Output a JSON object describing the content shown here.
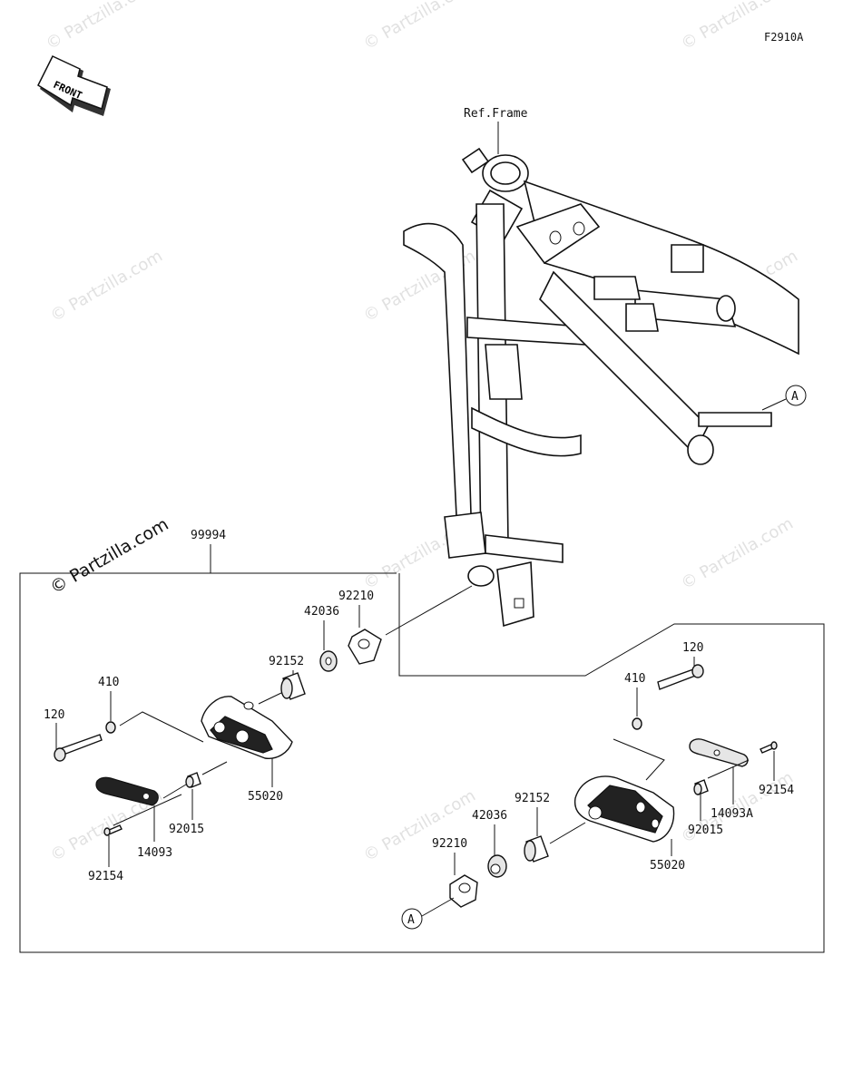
{
  "diagram": {
    "code": "F2910A",
    "front_label": "FRONT",
    "ref_frame_label": "Ref.Frame",
    "callout_a": "A",
    "kit_number": "99994",
    "watermark": "© Partzilla.com",
    "left_parts": {
      "p120": "120",
      "p410": "410",
      "p92152": "92152",
      "p42036": "42036",
      "p92210": "92210",
      "p55020": "55020",
      "p92015": "92015",
      "p14093": "14093",
      "p92154": "92154"
    },
    "right_parts": {
      "p120": "120",
      "p410": "410",
      "p92154": "92154",
      "p14093A": "14093A",
      "p92015": "92015",
      "p55020": "55020",
      "p92152": "92152",
      "p42036": "42036",
      "p92210": "92210"
    }
  }
}
